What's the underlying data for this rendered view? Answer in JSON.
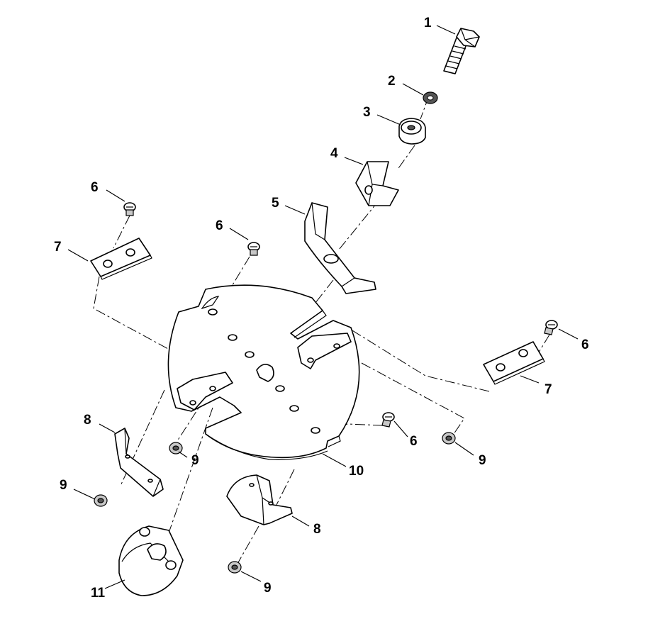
{
  "callouts": [
    "1",
    "2",
    "3",
    "4",
    "5",
    "6",
    "6",
    "6",
    "7",
    "7",
    "6",
    "8",
    "9",
    "9",
    "10",
    "8",
    "9",
    "11",
    "9"
  ],
  "colors": {
    "line": "#000000",
    "background": "#ffffff",
    "shade": "#c8c8c8"
  }
}
